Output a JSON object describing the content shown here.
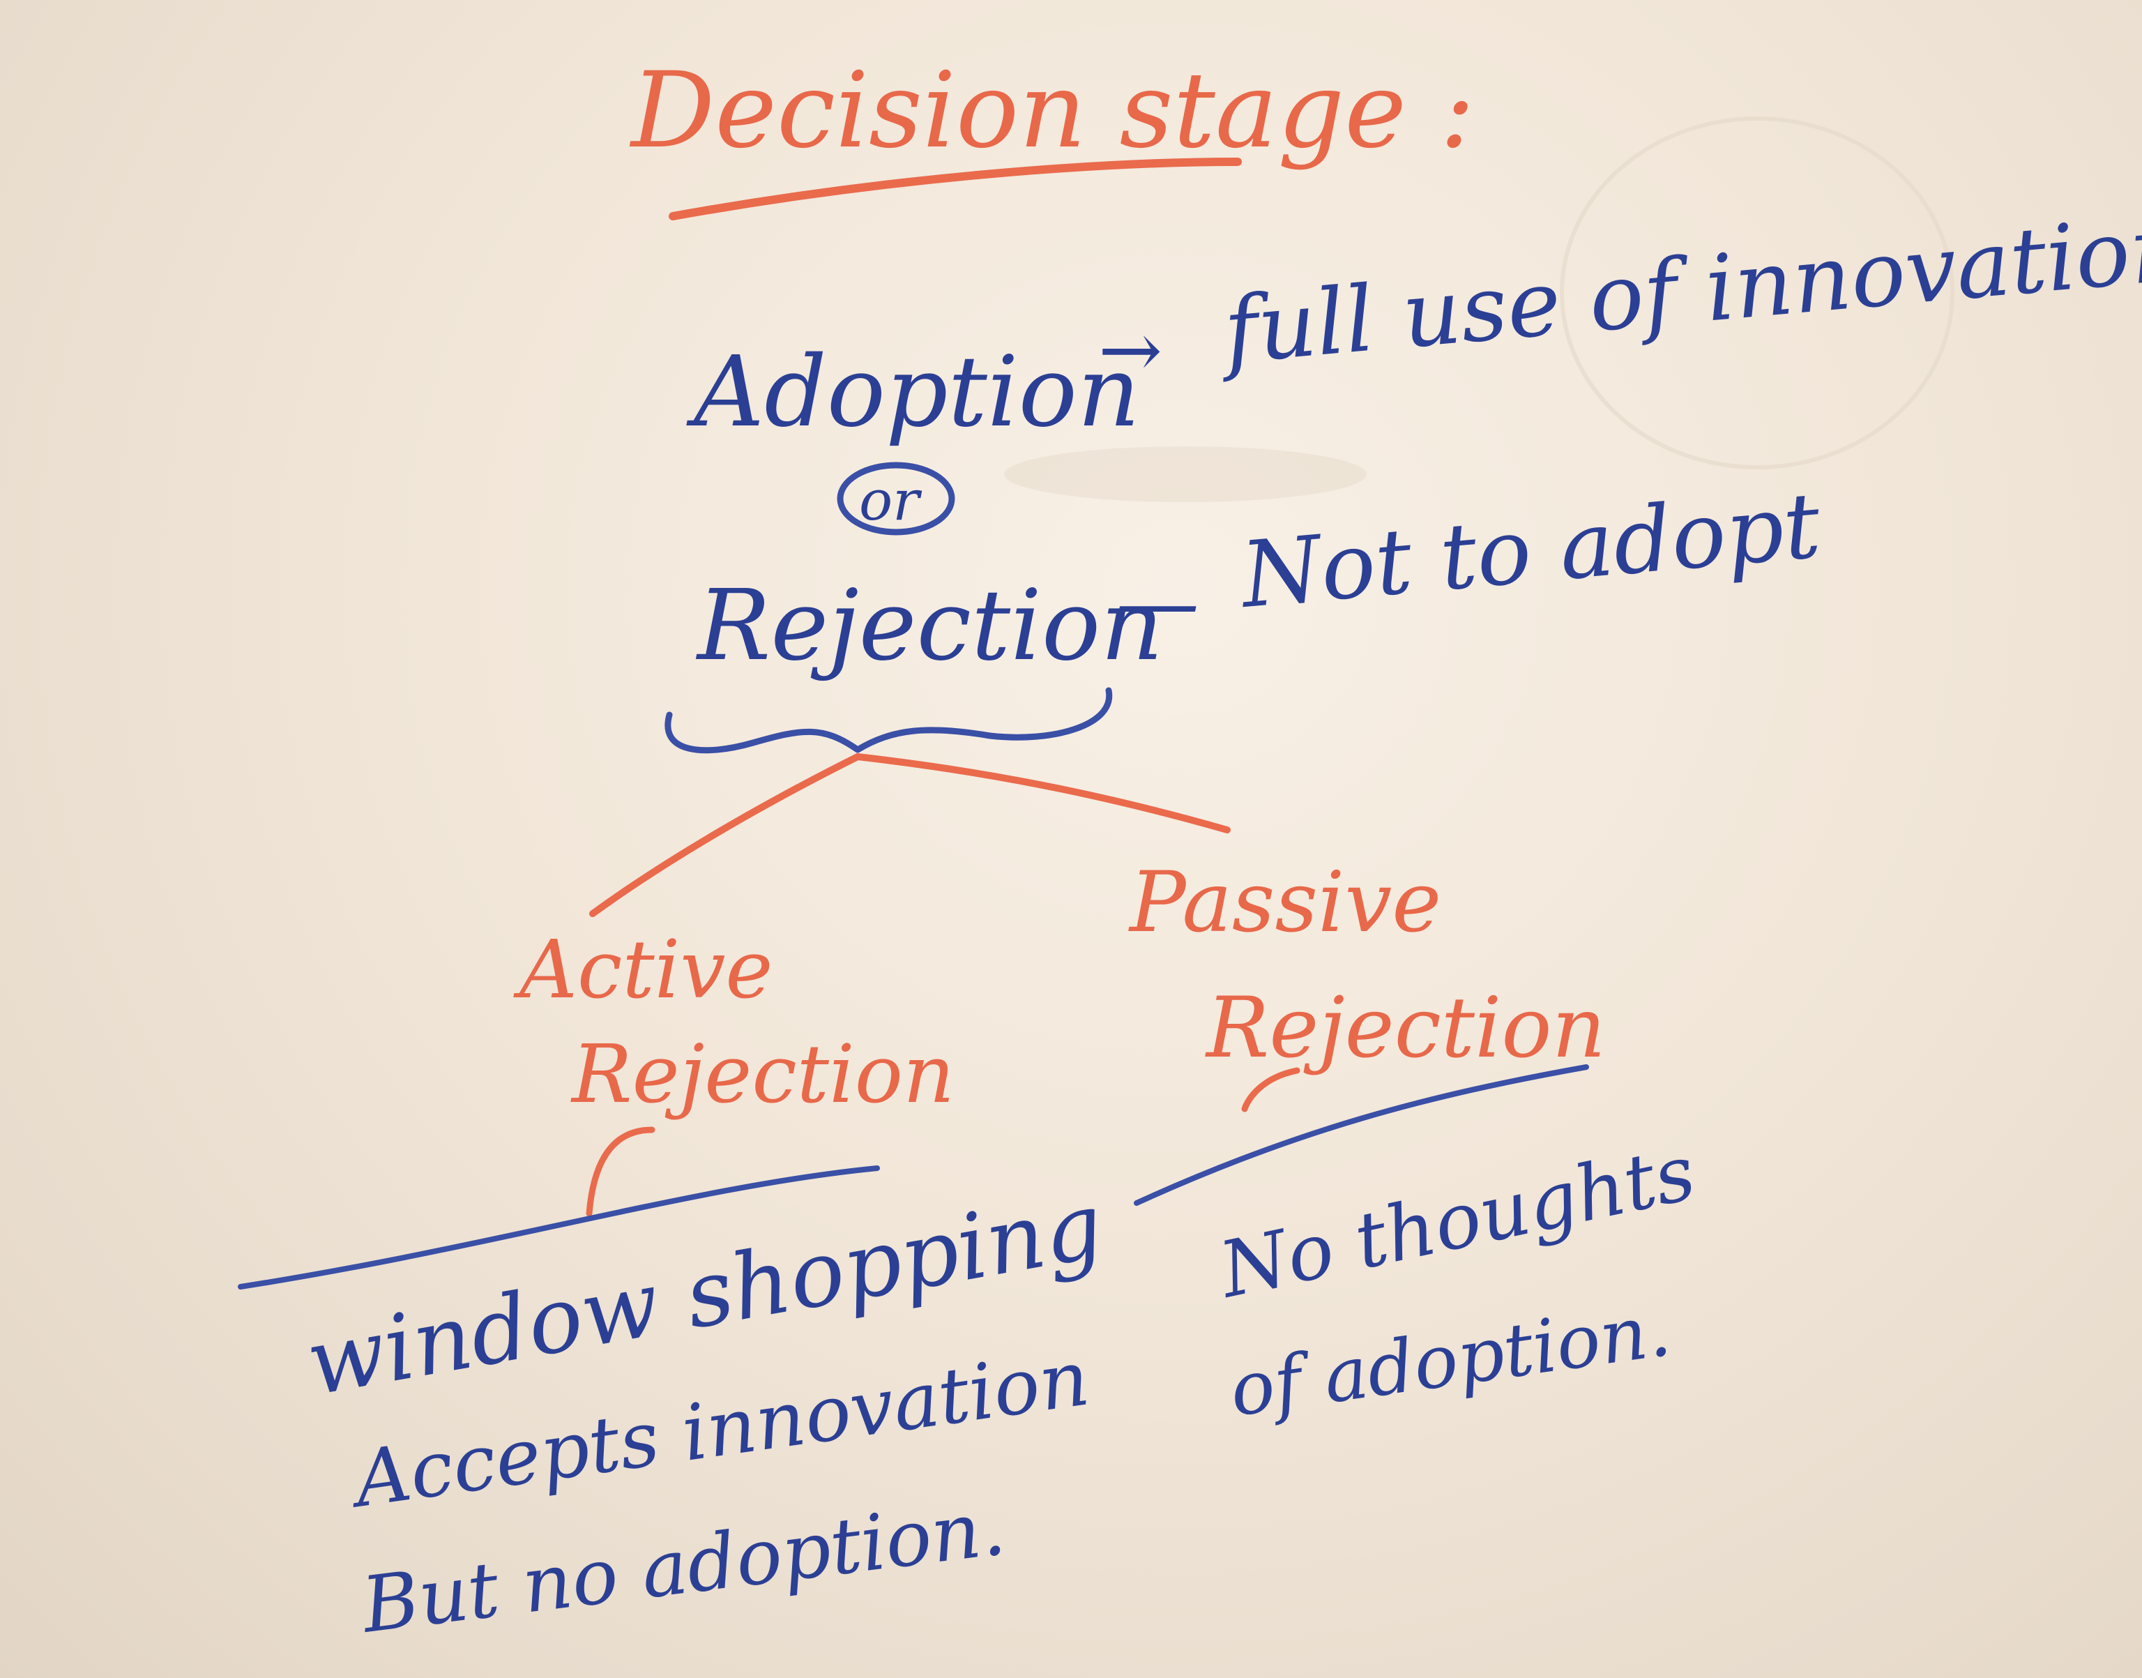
{
  "board": {
    "title": "Decision stage :",
    "adoption": {
      "term": "Adoption",
      "arrow": "→",
      "definition": "full use of innovation"
    },
    "or_label": "or",
    "rejection": {
      "term": "Rejection",
      "dash": "—",
      "definition": "Not to adopt"
    },
    "branches": {
      "active": {
        "line1": "Active",
        "line2": "Rejection",
        "example": "window shopping",
        "note_line1": "Accepts innovation",
        "note_line2": "But no adoption."
      },
      "passive": {
        "line1": "Passive",
        "line2": "Rejection",
        "note_line1": "No thoughts",
        "note_line2": "of adoption."
      }
    },
    "colors": {
      "blue_marker": "#2b3f94",
      "red_marker": "#e8684a",
      "board": "#f1e6d8"
    }
  }
}
